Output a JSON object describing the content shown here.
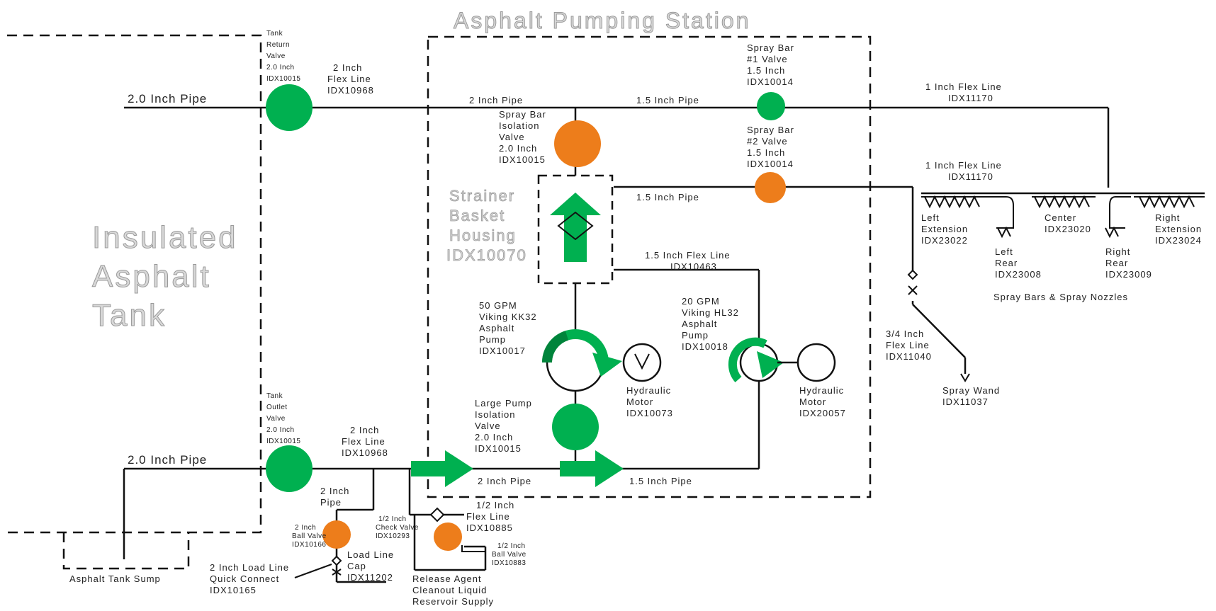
{
  "colors": {
    "open_valve": "#00b050",
    "closed_valve": "#ed7d1b",
    "flow_arrow": "#00b050",
    "line": "#111111"
  },
  "titles": {
    "station": "Asphalt Pumping Station",
    "tank": [
      "Insulated",
      "Asphalt",
      "Tank"
    ]
  },
  "pipes": {
    "top_left": "2.0 Inch Pipe",
    "bottom_left": "2.0 Inch Pipe",
    "top_2in": "2 Inch Pipe",
    "top_15in": "1.5 Inch Pipe",
    "mid_15in": "1.5 Inch Pipe",
    "bottom_2in": "2 Inch Pipe",
    "bottom_15in": "1.5 Inch Pipe",
    "flex_15_a": "1.5 Inch Flex Line",
    "flex_15_b": "IDX10463",
    "two_inch_pipe_a": "2 Inch",
    "two_inch_pipe_b": "Pipe"
  },
  "labels": {
    "tank_return_valve": [
      "Tank",
      "Return",
      "Valve",
      "2.0 Inch",
      "IDX10015"
    ],
    "flex_top": [
      "2 Inch",
      "Flex Line",
      "IDX10968"
    ],
    "spray_bar_1": [
      "Spray Bar",
      "#1 Valve",
      "1.5 Inch",
      "IDX10014"
    ],
    "flex_1in_top": [
      "1 Inch Flex Line",
      "IDX11170"
    ],
    "spray_iso": [
      "Spray Bar",
      "Isolation",
      "Valve",
      "2.0 Inch",
      "IDX10015"
    ],
    "spray_bar_2": [
      "Spray Bar",
      "#2 Valve",
      "1.5 Inch",
      "IDX10014"
    ],
    "flex_1in_mid": [
      "1 Inch Flex Line",
      "IDX11170"
    ],
    "strainer": [
      "Strainer",
      "Basket",
      "Housing",
      "IDX10070"
    ],
    "pump_large": [
      "50 GPM",
      "Viking KK32",
      "Asphalt",
      "Pump",
      "IDX10017"
    ],
    "pump_small": [
      "20 GPM",
      "Viking HL32",
      "Asphalt",
      "Pump",
      "IDX10018"
    ],
    "motor_1": [
      "Hydraulic",
      "Motor",
      "IDX10073"
    ],
    "motor_2": [
      "Hydraulic",
      "Motor",
      "IDX20057"
    ],
    "large_iso": [
      "Large Pump",
      "Isolation",
      "Valve",
      "2.0 Inch",
      "IDX10015"
    ],
    "tank_outlet": [
      "Tank",
      "Outlet",
      "Valve",
      "2.0 Inch",
      "IDX10015"
    ],
    "flex_bottom": [
      "2 Inch",
      "Flex Line",
      "IDX10968"
    ],
    "ball_valve_2": [
      "2 Inch",
      "Ball Valve",
      "IDX10166"
    ],
    "check_valve": [
      "1/2 Inch",
      "Check Valve",
      "IDX10293"
    ],
    "flex_half": [
      "1/2 Inch",
      "Flex Line",
      "IDX10885"
    ],
    "ball_valve_half": [
      "1/2 Inch",
      "Ball Valve",
      "IDX10883"
    ],
    "load_line_cap": [
      "Load Line",
      "Cap",
      "IDX11202"
    ],
    "quick_connect": [
      "2 Inch Load Line",
      "Quick Connect",
      "IDX10165"
    ],
    "release_agent": [
      "Release Agent",
      "Cleanout Liquid",
      "Reservoir Supply"
    ],
    "sump": "Asphalt Tank Sump",
    "flex_34": [
      "3/4 Inch",
      "Flex Line",
      "IDX11040"
    ],
    "spray_wand": [
      "Spray Wand",
      "IDX11037"
    ],
    "left_ext": [
      "Left",
      "Extension",
      "IDX23022"
    ],
    "left_rear": [
      "Left",
      "Rear",
      "IDX23008"
    ],
    "center": [
      "Center",
      "IDX23020"
    ],
    "right_rear": [
      "Right",
      "Rear",
      "IDX23009"
    ],
    "right_ext": [
      "Right",
      "Extension",
      "IDX23024"
    ],
    "nozzles": "Spray Bars & Spray Nozzles"
  }
}
